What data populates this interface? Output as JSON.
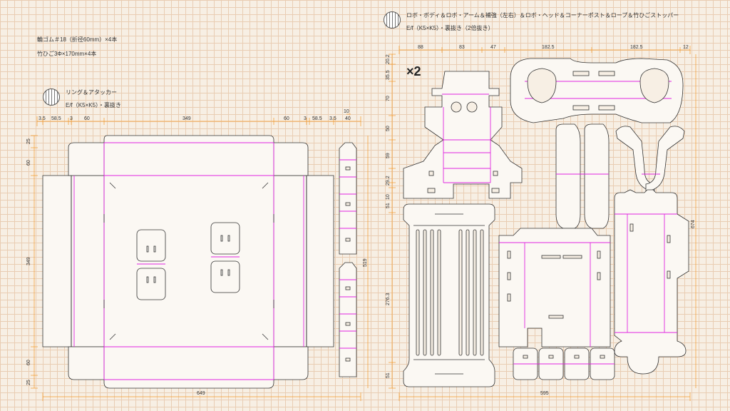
{
  "notes": {
    "rubber_band": "輪ゴム＃18（折径60mm）×4本",
    "bamboo": "竹ひご3Φ×170mm×4本"
  },
  "left_part": {
    "title": "リング＆アタッカー",
    "material": "E/f（K5×K5）・裏抜き",
    "dims_top": [
      "3.5",
      "58.5",
      "3",
      "60",
      "349",
      "60",
      "3",
      "58.5",
      "3.5",
      "40"
    ],
    "dim_10": "10",
    "dims_left": [
      "25",
      "60",
      "349",
      "60",
      "25"
    ],
    "dim_bottom": "649",
    "dim_right": "519"
  },
  "right_part": {
    "title": "ロボ・ボディ＆ロボ・アーム＆補強（左右）＆ロボ・ヘッド＆コーナーポスト＆ロープ＆竹ひごストッパー",
    "material": "E/f（K5×K5）・裏抜き（2倍抜き）",
    "multiplier": "×2",
    "dims_top": [
      "88",
      "83",
      "47",
      "182.5",
      "182.5",
      "12"
    ],
    "dims_left": [
      "20.2",
      "35.5",
      "70",
      "50",
      "59",
      "29.2",
      "10",
      "51",
      "276.3",
      "51"
    ],
    "dim_bottom": "595",
    "dim_right": "674"
  },
  "colors": {
    "dimension": "#f39a2a",
    "fold_line": "#e025e0",
    "cut_line": "#333333",
    "grid": "#e9cdb3"
  }
}
